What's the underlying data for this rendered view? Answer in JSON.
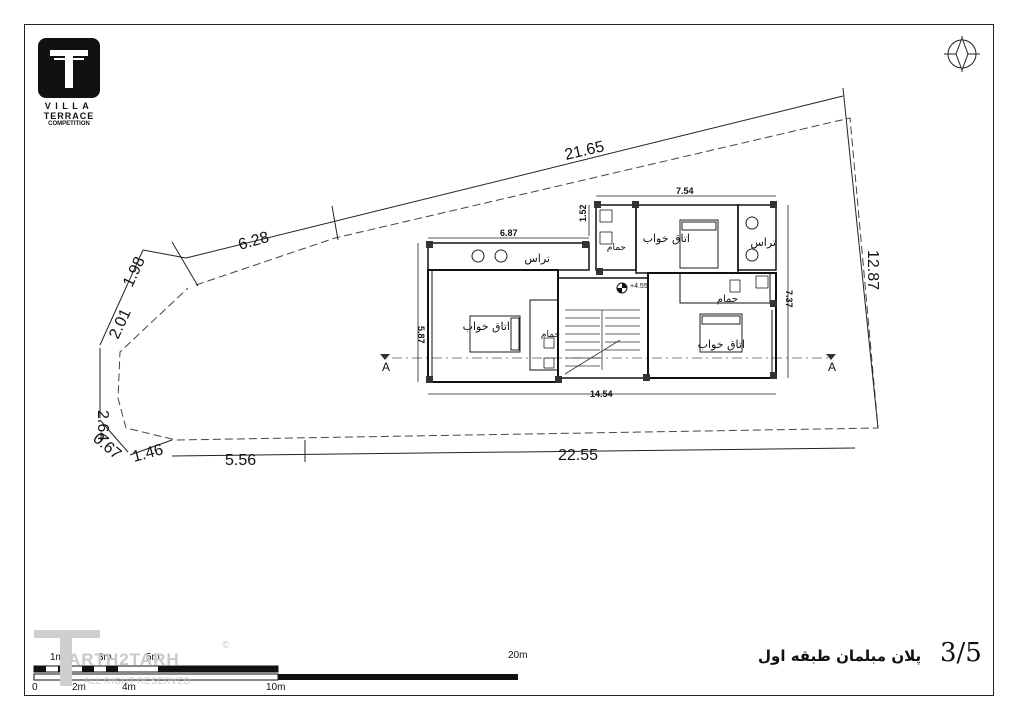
{
  "logo": {
    "line1": "VILLA",
    "line2": "TERRACE",
    "line3": "COMPETITION"
  },
  "plot_dims": {
    "d1": "21.65",
    "d2": "6.28",
    "d3": "1.98",
    "d4": "2.01",
    "d5": "2.64",
    "d6": "0.67",
    "d7": "1.46",
    "d8": "5.56",
    "d9": "22.55",
    "d10": "12.87"
  },
  "building_dims": {
    "top": "7.54",
    "terrace_w": "6.87",
    "small": "1.52",
    "left": "5.87",
    "right": "7.37",
    "bottom": "14.54"
  },
  "rooms": {
    "bedroom": "اتاق خواب",
    "bathroom": "حمام",
    "terrace": "تراس"
  },
  "level_mark": "+4.55",
  "section_mark": "A",
  "scale": {
    "labels": [
      "0",
      "1m",
      "2m",
      "3m",
      "4m",
      "5m",
      "10m",
      "20m"
    ]
  },
  "title": "پلان مبلمان طبقه اول",
  "page": "3/5",
  "watermark": {
    "brand": "ARTH2TARH",
    "rights": "ALL RIGHT RESERVED",
    "copy": "©"
  }
}
